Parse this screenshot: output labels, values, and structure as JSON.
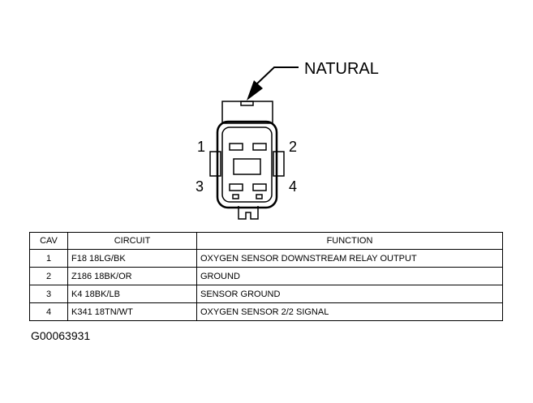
{
  "connector": {
    "color_label": "NATURAL",
    "pins": [
      "1",
      "2",
      "3",
      "4"
    ]
  },
  "table": {
    "headers": [
      "CAV",
      "CIRCUIT",
      "FUNCTION"
    ],
    "rows": [
      {
        "cav": "1",
        "circuit": "F18 18LG/BK",
        "function": "OXYGEN SENSOR DOWNSTREAM RELAY OUTPUT"
      },
      {
        "cav": "2",
        "circuit": "Z186 18BK/OR",
        "function": "GROUND"
      },
      {
        "cav": "3",
        "circuit": "K4 18BK/LB",
        "function": "SENSOR GROUND"
      },
      {
        "cav": "4",
        "circuit": "K341 18TN/WT",
        "function": "OXYGEN SENSOR 2/2 SIGNAL"
      }
    ]
  },
  "figure_id": "G00063931"
}
